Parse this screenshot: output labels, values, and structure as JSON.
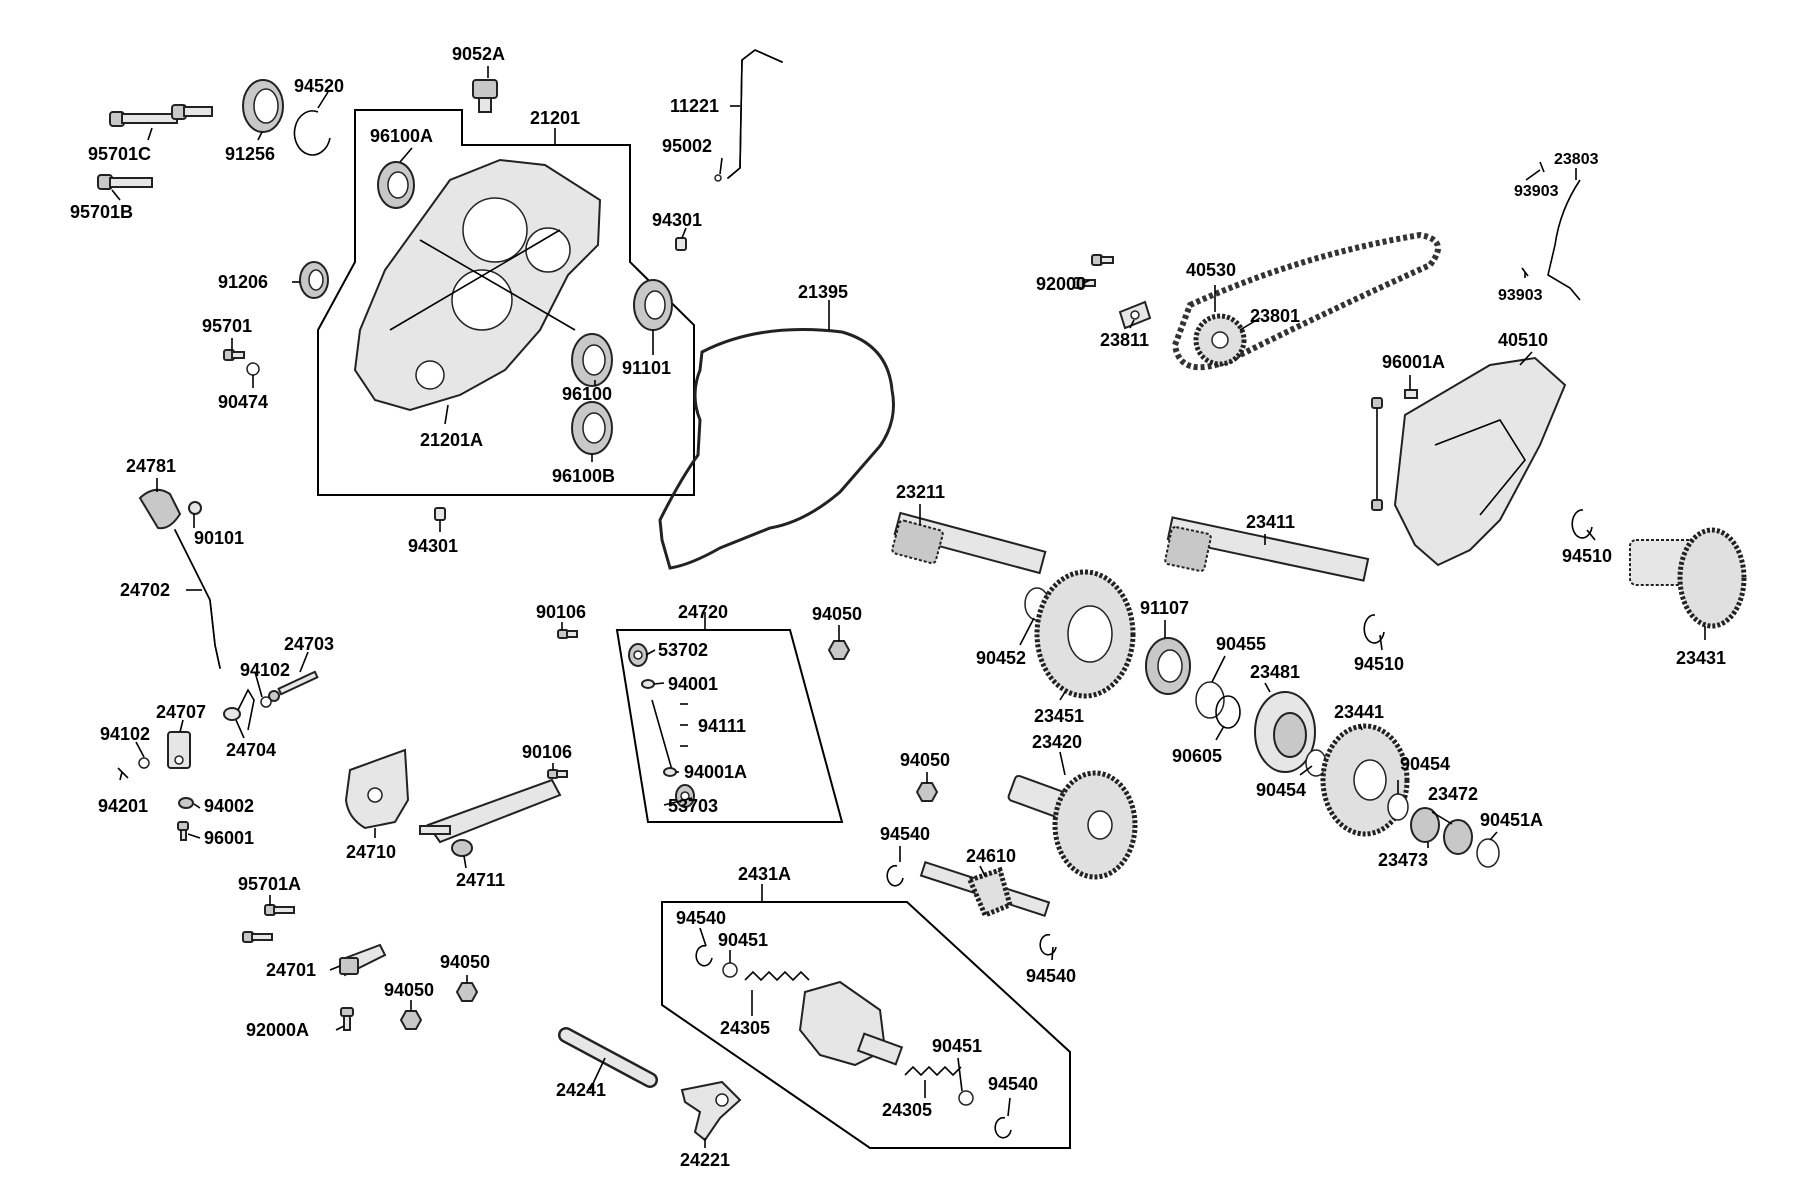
{
  "parts": {
    "p9052A": "9052A",
    "p21201": "21201",
    "p94520": "94520",
    "p91256": "91256",
    "p95701C": "95701C",
    "p95701B": "95701B",
    "p96100A": "96100A",
    "p91206": "91206",
    "p95701": "95701",
    "p90474": "90474",
    "p91101": "91101",
    "p96100": "96100",
    "p21201A": "21201A",
    "p96100B": "96100B",
    "p94301a": "94301",
    "p94301b": "94301",
    "p11221": "11221",
    "p95002": "95002",
    "p21395": "21395",
    "p24781": "24781",
    "p90101": "90101",
    "p24702": "24702",
    "p24703": "24703",
    "p94102a": "94102",
    "p24707": "24707",
    "p24704": "24704",
    "p94102b": "94102",
    "p94201": "94201",
    "p94002": "94002",
    "p96001": "96001",
    "p24710": "24710",
    "p24711": "24711",
    "p90106a": "90106",
    "p90106b": "90106",
    "p24720": "24720",
    "p53702": "53702",
    "p94001": "94001",
    "p94111": "94111",
    "p94001A": "94001A",
    "p53703": "53703",
    "p94050a": "94050",
    "p94050b": "94050",
    "p94050c": "94050",
    "p94050d": "94050",
    "p95701A": "95701A",
    "p24701": "24701",
    "p92000A": "92000A",
    "p24241": "24241",
    "p24221": "24221",
    "p2431A": "2431A",
    "p94540a": "94540",
    "p90451a": "90451",
    "p24305a": "24305",
    "p90451b": "90451",
    "p94540b": "94540",
    "p24305b": "24305",
    "p94540c": "94540",
    "p24610": "24610",
    "p94540d": "94540",
    "p23211": "23211",
    "p90452": "90452",
    "p23451": "23451",
    "p23420": "23420",
    "p91107": "91107",
    "p90455": "90455",
    "p23481": "23481",
    "p90605": "90605",
    "p90454a": "90454",
    "p23441": "23441",
    "p90454b": "90454",
    "p23472": "23472",
    "p23473": "23473",
    "p90451A": "90451A",
    "p23411": "23411",
    "p94510a": "94510",
    "p94510b": "94510",
    "p23431": "23431",
    "p92000": "92000",
    "p40530": "40530",
    "p23811": "23811",
    "p23801": "23801",
    "p23803": "23803",
    "p93903a": "93903",
    "p93903b": "93903",
    "p40510": "40510",
    "p96001A": "96001A"
  }
}
